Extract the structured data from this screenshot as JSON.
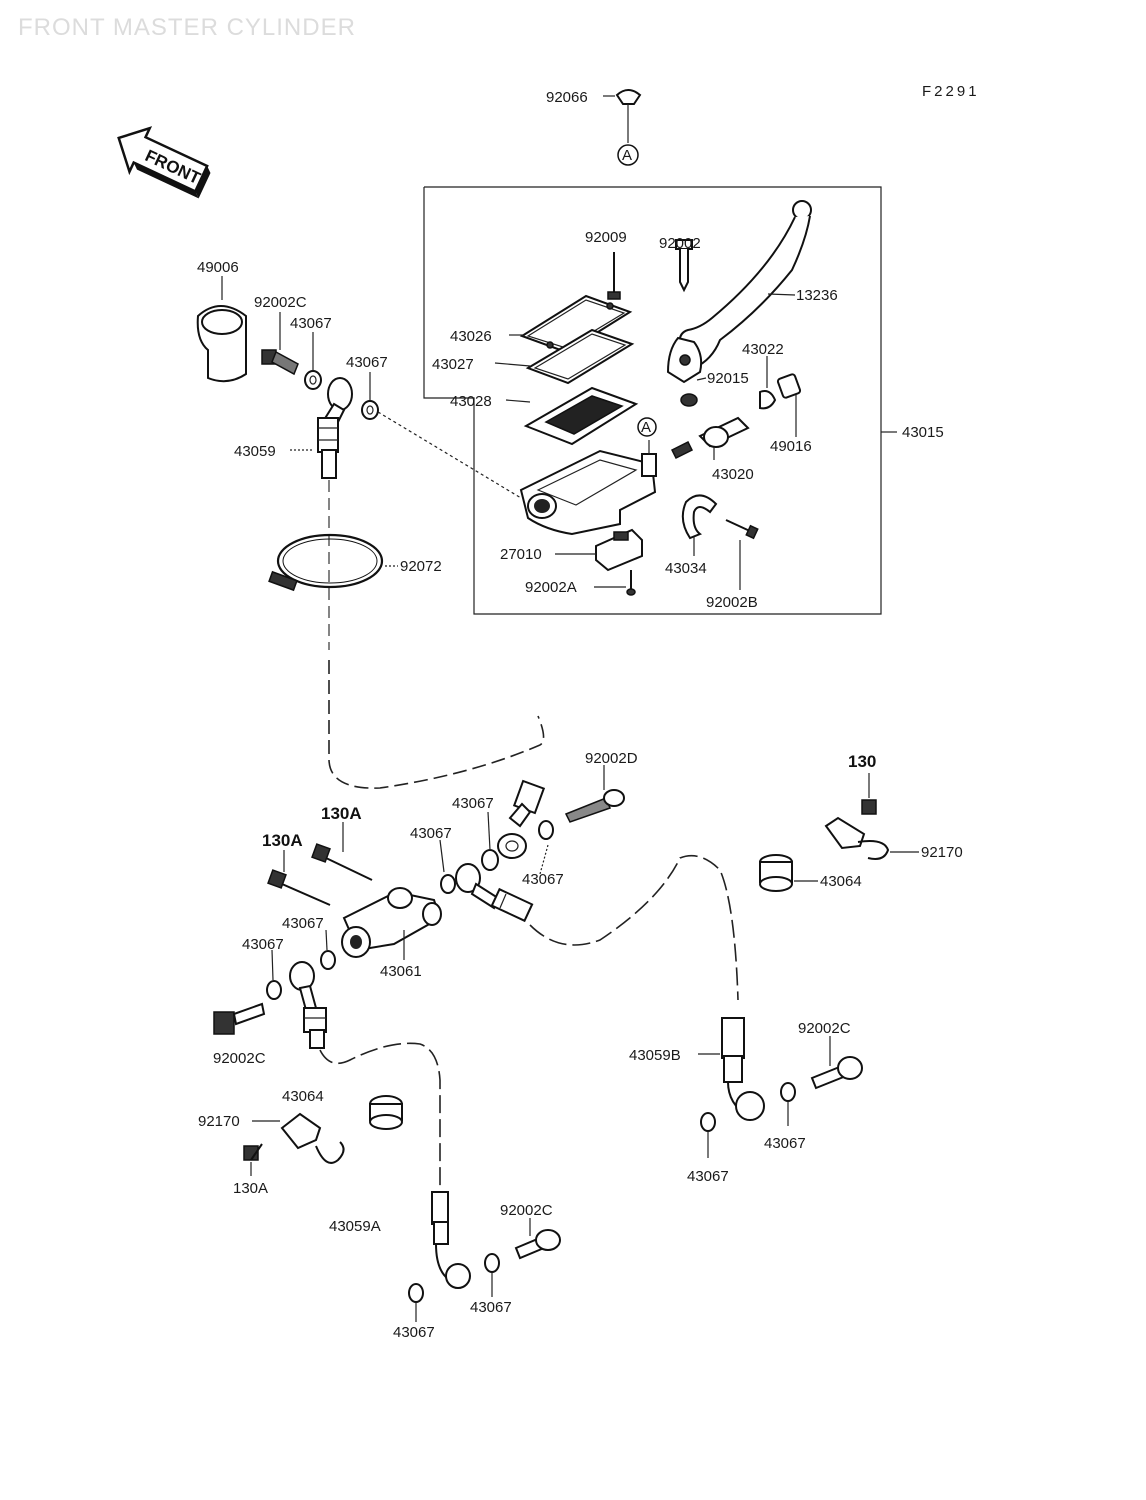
{
  "title": "FRONT MASTER CYLINDER",
  "figure_code": "F2291",
  "front_arrow_label": "FRONT",
  "ref_marker": "A",
  "parts": {
    "p92066": "92066",
    "p49006": "49006",
    "p92002C_top": "92002C",
    "p43067_a": "43067",
    "p43067_b": "43067",
    "p43059": "43059",
    "p92072": "92072",
    "p92009": "92009",
    "p92002": "92002",
    "p13236": "13236",
    "p43026": "43026",
    "p43027": "43027",
    "p43028": "43028",
    "p43022": "43022",
    "p92015": "92015",
    "p49016": "49016",
    "p43020": "43020",
    "p43015": "43015",
    "p27010": "27010",
    "p92002A": "92002A",
    "p43034": "43034",
    "p92002B": "92002B",
    "p92002D": "92002D",
    "p43067_c": "43067",
    "p43067_d": "43067",
    "p43067_e": "43067",
    "p130A_1": "130A",
    "p130A_2": "130A",
    "p43067_f": "43067",
    "p43067_g": "43067",
    "p43061": "43061",
    "p130": "130",
    "p92170_r": "92170",
    "p43064_r": "43064",
    "p92002C_l": "92002C",
    "p43064_l": "43064",
    "p92170_l": "92170",
    "p130A_3": "130A",
    "p43059A": "43059A",
    "p92002C_b": "92002C",
    "p43067_h": "43067",
    "p43067_i": "43067",
    "p43059B": "43059B",
    "p92002C_r": "92002C",
    "p43067_j": "43067",
    "p43067_k": "43067"
  }
}
